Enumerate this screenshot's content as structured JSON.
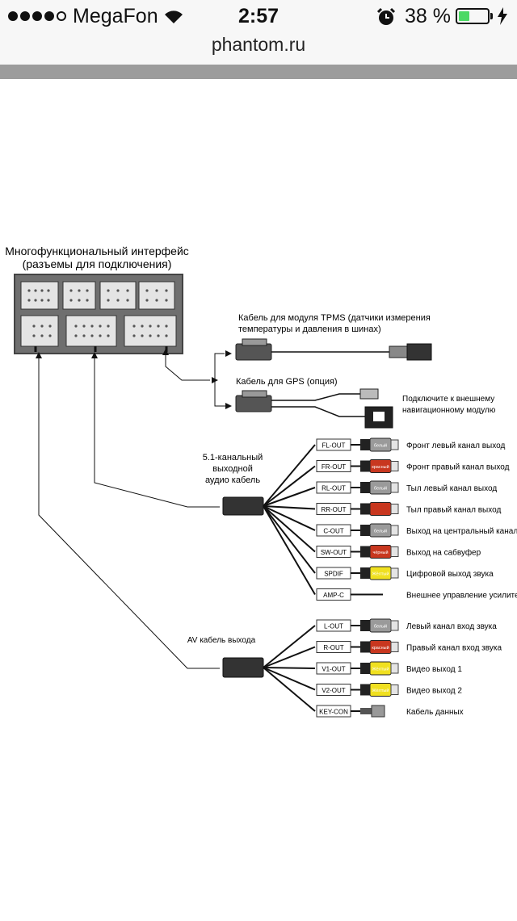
{
  "status_bar": {
    "carrier": "MegaFon",
    "time": "2:57",
    "battery_percent": "38 %",
    "battery_level": 0.38,
    "signal_bars_filled": 4,
    "signal_bars_total": 5
  },
  "browser": {
    "url": "phantom.ru"
  },
  "diagram": {
    "interface_title_line1": "Многофункциональный интерфейс",
    "interface_title_line2": "(разъемы для подключения)",
    "tpms_label_line1": "Кабель для модуля TPMS (датчики измерения",
    "tpms_label_line2": "температуры и давления в шинах)",
    "gps_label": "Кабель для GPS (опция)",
    "gps_note_line1": "Подключите к внешнему",
    "gps_note_line2": "навигационному модулю",
    "audio_cable_line1": "5.1-канальный",
    "audio_cable_line2": "выходной",
    "audio_cable_line3": "аудио кабель",
    "av_cable_label": "AV кабель выхода",
    "audio_outputs": [
      {
        "tag": "FL-OUT",
        "plug": "белый",
        "plug_color": "#9a9a9a",
        "desc": "Фронт левый канал выход"
      },
      {
        "tag": "FR-OUT",
        "plug": "красный",
        "plug_color": "#c8371f",
        "desc": "Фронт правый канал выход"
      },
      {
        "tag": "RL-OUT",
        "plug": "белый",
        "plug_color": "#9a9a9a",
        "desc": "Тыл левый канал выход"
      },
      {
        "tag": "RR-OUT",
        "plug": "",
        "plug_color": "#c8371f",
        "desc": "Тыл правый канал выход"
      },
      {
        "tag": "C-OUT",
        "plug": "белый",
        "plug_color": "#9a9a9a",
        "desc": "Выход на центральный канал"
      },
      {
        "tag": "SW-OUT",
        "plug": "чёрный",
        "plug_color": "#c8371f",
        "desc": "Выход на сабвуфер"
      },
      {
        "tag": "SPDIF",
        "plug": "Жёлтый",
        "plug_color": "#f0e020",
        "desc": "Цифровой выход звука"
      },
      {
        "tag": "AMP-C",
        "plug": "",
        "plug_color": "",
        "desc": "Внешнее управление усилителем"
      }
    ],
    "av_outputs": [
      {
        "tag": "L-OUT",
        "plug": "белый",
        "plug_color": "#9a9a9a",
        "desc": "Левый канал вход звука"
      },
      {
        "tag": "R-OUT",
        "plug": "красный",
        "plug_color": "#c8371f",
        "desc": "Правый канал вход звука"
      },
      {
        "tag": "V1-OUT",
        "plug": "Жёлтый",
        "plug_color": "#f0e020",
        "desc": "Видео выход 1"
      },
      {
        "tag": "V2-OUT",
        "plug": "Жёлтый",
        "plug_color": "#f0e020",
        "desc": "Видео выход 2"
      },
      {
        "tag": "KEY-CON",
        "plug": "",
        "plug_color": "",
        "desc": "Кабель данных"
      }
    ]
  }
}
